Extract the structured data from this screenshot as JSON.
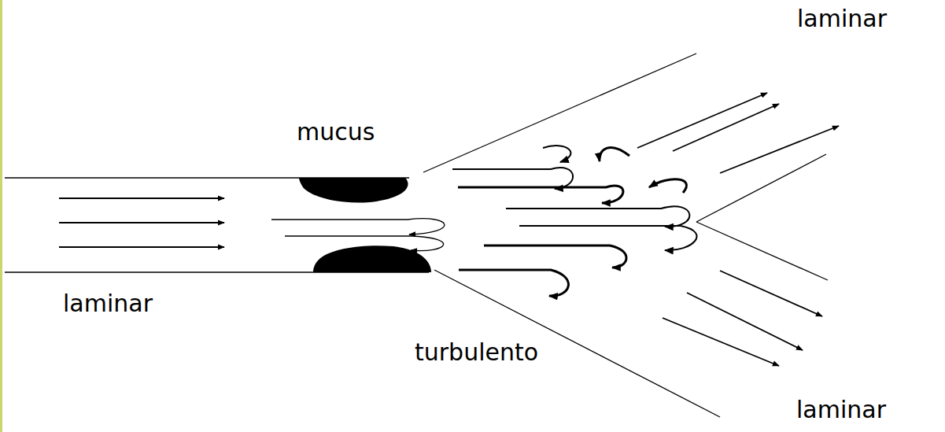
{
  "diagram": {
    "labels": [
      "laminar",
      "mucus",
      "laminar",
      "turbulento",
      "laminar"
    ]
  }
}
